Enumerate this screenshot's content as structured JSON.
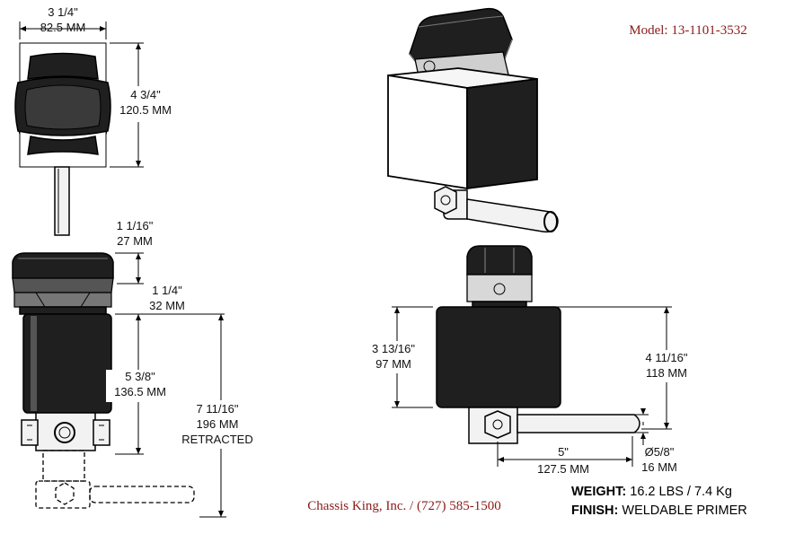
{
  "model": "Model: 13-1101-3532",
  "company": "Chassis King, Inc. / (727) 585-1500",
  "weight_label": "WEIGHT:",
  "weight_value": "16.2 LBS / 7.4 Kg",
  "finish_label": "FINISH:",
  "finish_value": "WELDABLE PRIMER",
  "dims": {
    "top_width_in": "3 1/4\"",
    "top_width_mm": "82.5 MM",
    "top_height_in": "4 3/4\"",
    "top_height_mm": "120.5 MM",
    "cap_in": "1 1/16\"",
    "cap_mm": "27 MM",
    "neck_in": "1 1/4\"",
    "neck_mm": "32 MM",
    "body_in": "5 3/8\"",
    "body_mm": "136.5 MM",
    "total_in": "7 11/16\"",
    "total_mm": "196 MM",
    "total_note": "RETRACTED",
    "side_body_in": "3 13/16\"",
    "side_body_mm": "97 MM",
    "side_total_in": "4 11/16\"",
    "side_total_mm": "118 MM",
    "pin_len_in": "5\"",
    "pin_len_mm": "127.5 MM",
    "pin_dia_in": "Ø5/8\"",
    "pin_dia_mm": "16 MM"
  }
}
